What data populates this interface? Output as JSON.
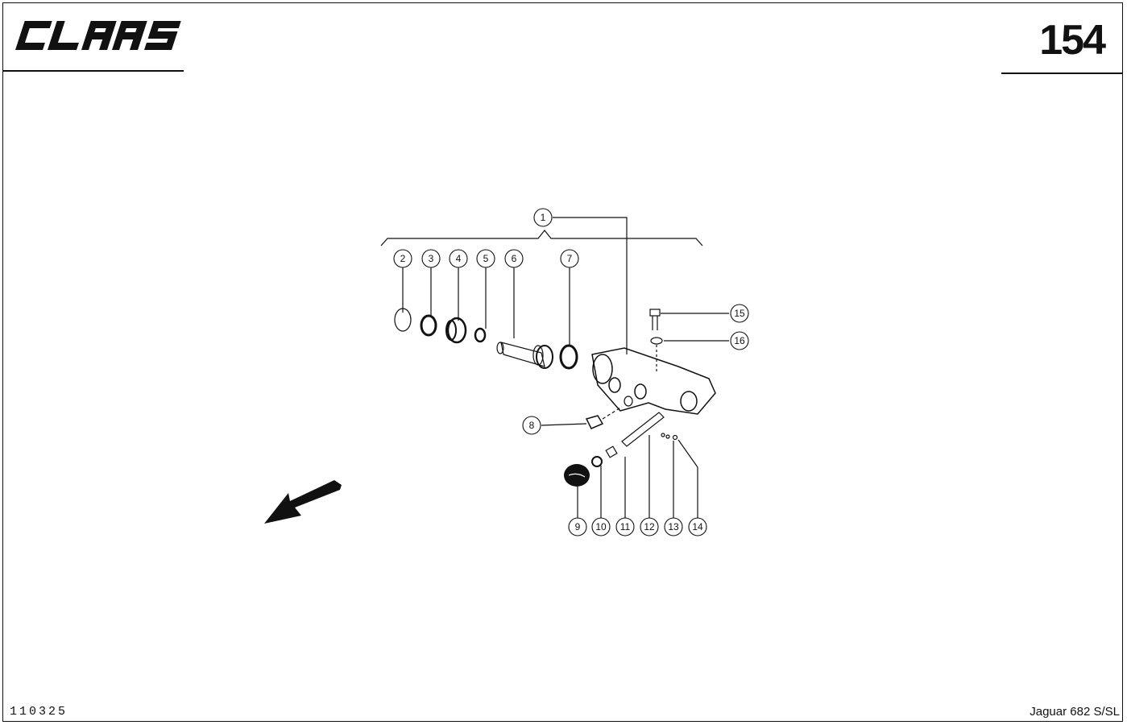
{
  "header": {
    "logo_text": "CLAAS",
    "page_number": "154"
  },
  "footer": {
    "doc_code": "110325",
    "model": "Jaguar 682 S/SL"
  },
  "diagram": {
    "callouts": [
      "1",
      "2",
      "3",
      "4",
      "5",
      "6",
      "7",
      "8",
      "9",
      "10",
      "11",
      "12",
      "13",
      "14",
      "15",
      "16"
    ],
    "direction_arrow_icon": "arrow-down-left-icon"
  }
}
